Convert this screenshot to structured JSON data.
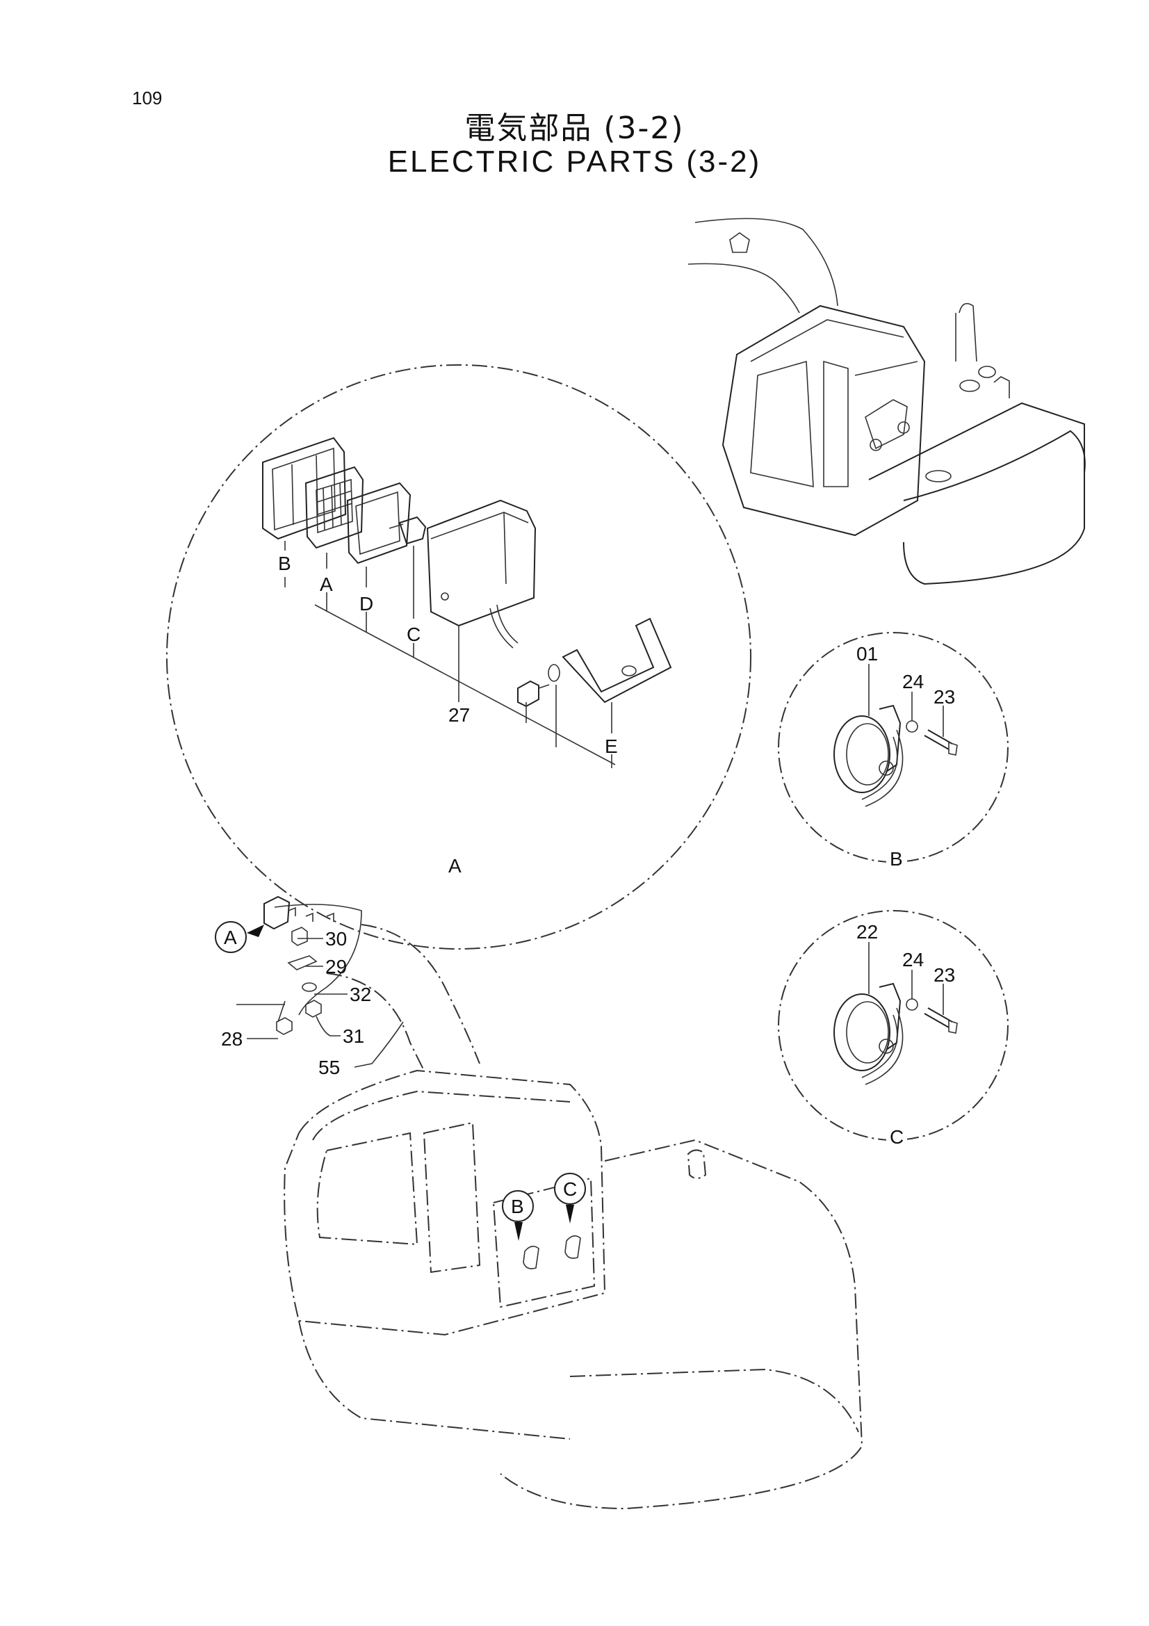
{
  "page_number": "109",
  "title_jp": "電気部品 (3-2)",
  "title_en": "ELECTRIC PARTS (3-2)",
  "detail_labels": {
    "a": "A",
    "b": "B",
    "c": "C"
  },
  "detail_a_parts": {
    "b": "B",
    "a": "A",
    "d": "D",
    "c": "C",
    "e": "E",
    "n27": "27"
  },
  "detail_b_parts": {
    "n01": "01",
    "n24": "24",
    "n23": "23"
  },
  "detail_c_parts": {
    "n22": "22",
    "n24": "24",
    "n23": "23"
  },
  "main_callouts": {
    "n30": "30",
    "n29": "29",
    "n32": "32",
    "n28": "28",
    "n31": "31",
    "n55": "55"
  },
  "bubbles": {
    "a": "A",
    "b": "B",
    "c": "C"
  }
}
